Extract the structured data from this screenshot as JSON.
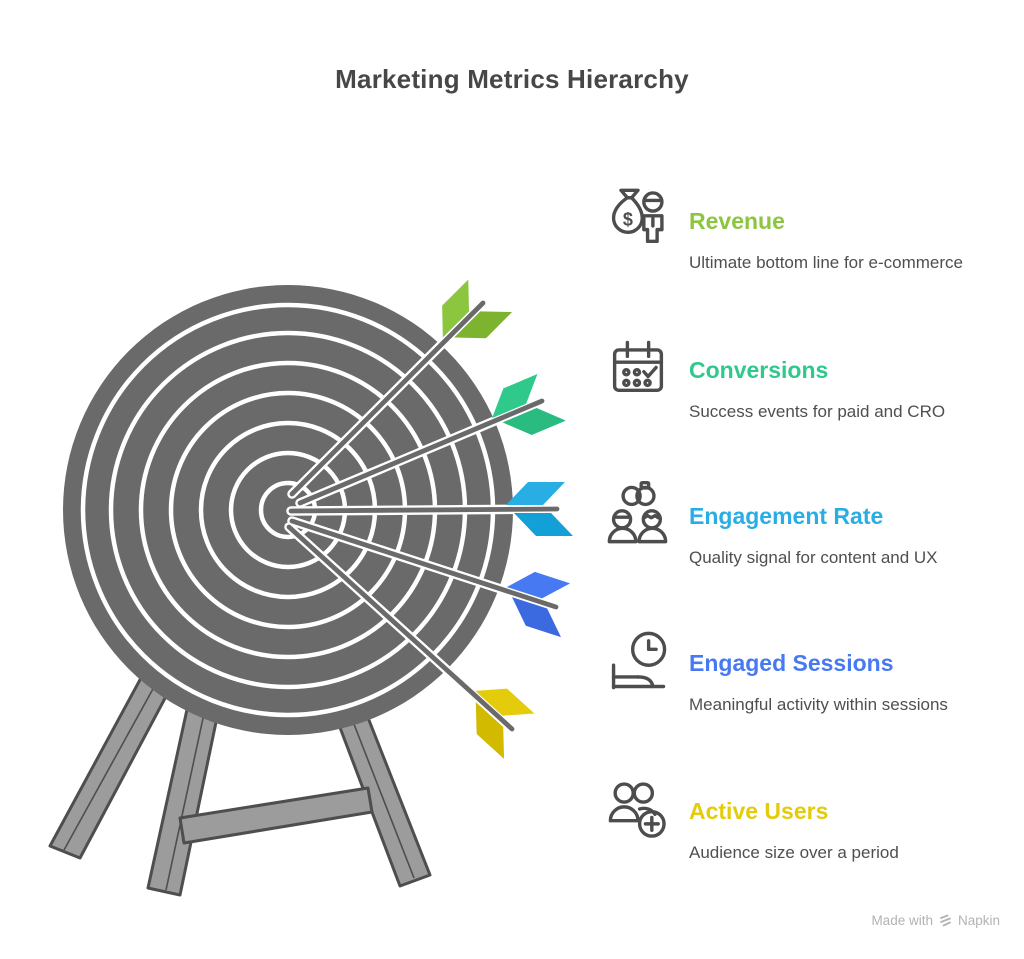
{
  "page": {
    "title": "Marketing Metrics Hierarchy"
  },
  "watermark": {
    "prefix": "Made with",
    "brand": "Napkin"
  },
  "illustration": {
    "kind": "dartboard-target-with-five-arrows-on-tripod-stand",
    "board_color": "#6A6A6A",
    "ring_color": "#FFFFFF",
    "arrow_shaft_color": "#6A6A6A",
    "stand_color": "#9C9C9C",
    "stand_outline_color": "#4E4E4E"
  },
  "metrics": {
    "items": [
      {
        "title": "Revenue",
        "description": "Ultimate bottom line for e-commerce",
        "color": "#8CC63F",
        "color_dark": "#7DB32E",
        "icon": "money-bag-person-icon"
      },
      {
        "title": "Conversions",
        "description": "Success events for paid and CRO",
        "color": "#2FC98C",
        "color_dark": "#2ABB81",
        "icon": "calendar-check-icon"
      },
      {
        "title": "Engagement Rate",
        "description": "Quality signal for content and UX",
        "color": "#29AEE4",
        "color_dark": "#13A0D6",
        "icon": "people-rings-icon"
      },
      {
        "title": "Engaged Sessions",
        "description": "Meaningful activity within sessions",
        "color": "#4679F2",
        "color_dark": "#3B6AE0",
        "icon": "bed-clock-icon"
      },
      {
        "title": "Active Users",
        "description": "Audience size over a period",
        "color": "#E4CC0C",
        "color_dark": "#D2BA00",
        "icon": "users-plus-icon"
      }
    ]
  }
}
